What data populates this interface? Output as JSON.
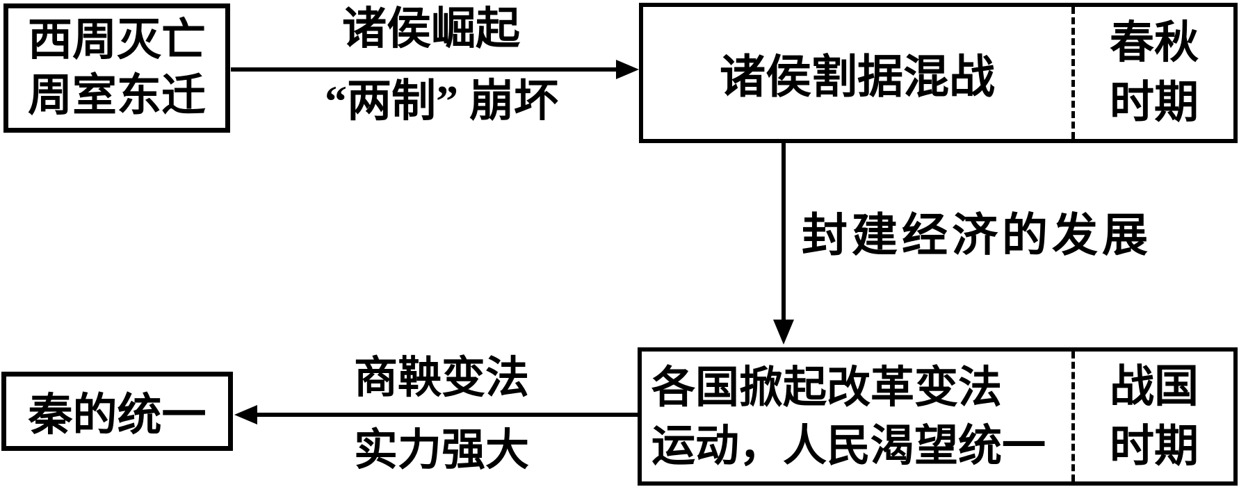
{
  "colors": {
    "ink": "#000000",
    "background": "#ffffff"
  },
  "boxes": {
    "western_zhou": {
      "line1": "西周灭亡",
      "line2": "周室东迁"
    },
    "spring_autumn": {
      "main": "诸侯割据混战",
      "period_line1": "春秋",
      "period_line2": "时期"
    },
    "warring_states": {
      "line1": "各国掀起改革变法",
      "line2": "运动，人民渴望统一",
      "period_line1": "战国",
      "period_line2": "时期"
    },
    "qin": {
      "label": "秦的统一"
    }
  },
  "arrows": {
    "rise": {
      "label_top": "诸侯崛起",
      "label_bottom": "“两制” 崩坏"
    },
    "economy": {
      "label": "封建经济的发展"
    },
    "shang_yang": {
      "label_top": "商鞅变法",
      "label_bottom": "实力强大"
    }
  }
}
